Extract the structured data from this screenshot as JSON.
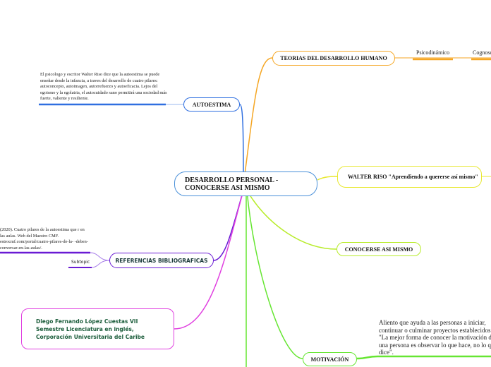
{
  "central": {
    "title": "DESARROLLO PERSONAL - CONOCERSE ASI MISMO"
  },
  "teorias": {
    "title": "TEORIAS DEL DESARROLLO HUMANO",
    "subtopics": [
      "Psicodinámico",
      "Cognosc"
    ]
  },
  "autoestima": {
    "title": "AUTOESTIMA",
    "note": "El psicologo y escritor Walter Riso dice que la autoestima se puede enseñar desde la infancia, a traves del desarrollo de cuatro pilares: autoconcepto, autoimagen, autorrefuerzo y autoeficacia. Lejos del egoismo y la egolatria, el autocuidado sano permitirá una sociedad más fuerte, valiente y resiliente."
  },
  "walter": {
    "title": "WALTER RISO \"Aprendiendo a quererse así mismo\""
  },
  "conocerse": {
    "title": "CONOCERSE ASI MISMO"
  },
  "motivacion": {
    "title": "MOTIVACIÓN",
    "note": "Aliento que ayuda a las personas a iniciar, continuar o culminar proyectos establecidos. \"La mejor forma de conocer la motivación de una persona es observar lo que hace, no lo que dice\"."
  },
  "referencias": {
    "title": "REFERENCIAS BIBLIOGRAFICAS",
    "note": "(2020). Cuatro pilares de la autoestima que r en las aulas. Web del Maestro CMF. estrocmf.com/portal/cuatro-pilares-de-la- -deben-conversar-en-las-aulas/.",
    "subtopic": "Subtopic"
  },
  "author": {
    "title": "Diego Fernando López Cuestas VII Semestre Licenciatura en inglés, Corporación Universitaria del Caribe"
  },
  "colors": {
    "teorias": "#f5a623",
    "autoestima": "#2f6fe0",
    "walter": "#e8e830",
    "conocerse": "#b8ec2a",
    "motivacion": "#66e632",
    "referencias": "#6a1bd4",
    "author": "#e040e0",
    "central": "#4a90d9"
  }
}
